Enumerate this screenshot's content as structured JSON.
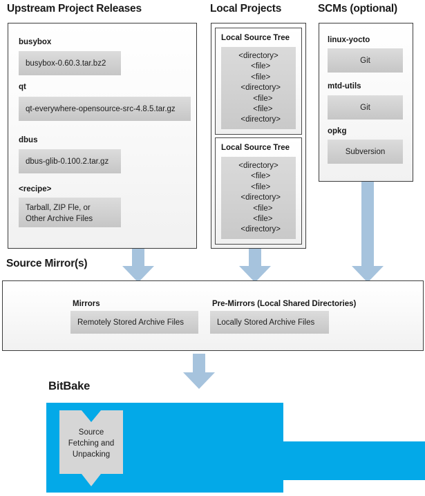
{
  "colors": {
    "arrow_blue": "#a6c3dd",
    "bitbake_blue": "#03a9e8",
    "grey_box": "#d2d2d2",
    "panel_border": "#3b3b3b",
    "text": "#1a1a1a"
  },
  "sections": {
    "upstream": {
      "title": "Upstream Project Releases",
      "entries": [
        {
          "label": "busybox",
          "value": "busybox-0.60.3.tar.bz2"
        },
        {
          "label": "qt",
          "value": "qt-everywhere-opensource-src-4.8.5.tar.gz"
        },
        {
          "label": "dbus",
          "value": "dbus-glib-0.100.2.tar.gz"
        },
        {
          "label": "<recipe>",
          "value_line1": "Tarball, ZIP Fle, or",
          "value_line2": "Other Archive Files"
        }
      ]
    },
    "local_projects": {
      "title": "Local Projects",
      "trees": [
        {
          "label": "Local Source Tree",
          "lines": [
            "<directory>",
            "  <file>",
            "  <file>",
            "  <directory>",
            "    <file>",
            "    <file>",
            "  <directory>"
          ]
        },
        {
          "label": "Local Source Tree",
          "lines": [
            "<directory>",
            "  <file>",
            "  <file>",
            "  <directory>",
            "    <file>",
            "    <file>",
            "  <directory>"
          ]
        }
      ]
    },
    "scms": {
      "title": "SCMs (optional)",
      "entries": [
        {
          "label": "linux-yocto",
          "value": "Git"
        },
        {
          "label": "mtd-utils",
          "value": "Git"
        },
        {
          "label": "opkg",
          "value": "Subversion"
        }
      ]
    },
    "source_mirrors": {
      "title": "Source Mirror(s)",
      "entries": [
        {
          "label": "Mirrors",
          "value": "Remotely Stored Archive Files"
        },
        {
          "label": "Pre-Mirrors (Local Shared Directories)",
          "value": "Locally Stored Archive Files"
        }
      ]
    },
    "bitbake": {
      "title": "BitBake",
      "task": {
        "line1": "Source",
        "line2": "Fetching and",
        "line3": "Unpacking"
      }
    }
  }
}
